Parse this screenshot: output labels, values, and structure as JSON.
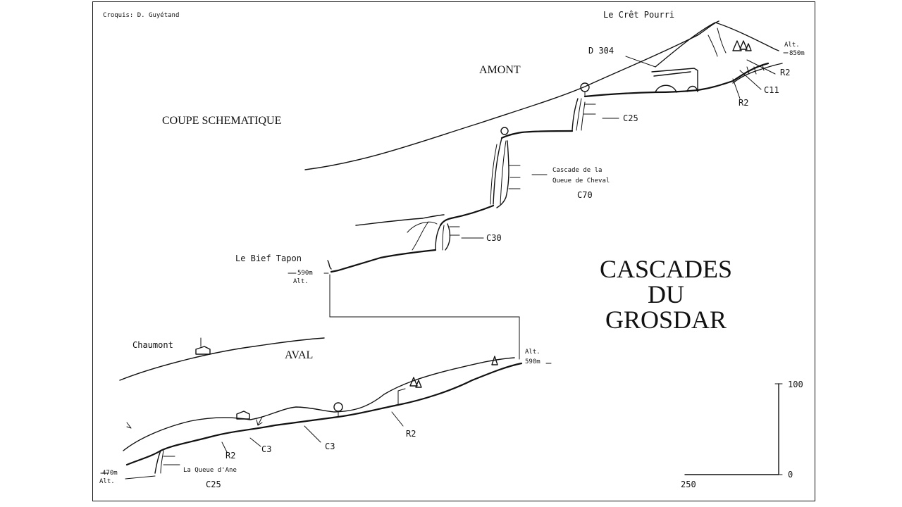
{
  "credit": "Croquis: D. Guyétand",
  "section_label": "COUPE SCHEMATIQUE",
  "upstream_label": "AMONT",
  "downstream_label": "AVAL",
  "title_lines": [
    "CASCADES",
    "DU",
    "GROSDAR"
  ],
  "places": {
    "summit": "Le Crêt Pourri",
    "road": "D 304",
    "bief": "Le Bief Tapon",
    "village": "Chaumont",
    "queue_ane": "La Queue d'Ane"
  },
  "cascade_queue_cheval": [
    "Cascade de la",
    "Queue de Cheval"
  ],
  "features": {
    "c25_top": "C25",
    "c70": "C70",
    "c30": "C30",
    "c11": "C11",
    "r2_a": "R2",
    "r2_b": "R2",
    "r2_low": "R2",
    "r2_lower": "R2",
    "c3_a": "C3",
    "c3_b": "C3",
    "c25_bottom": "C25"
  },
  "altitudes": {
    "alt_word": "Alt.",
    "top": "850m",
    "bief": "590m",
    "aval_top": "590m",
    "bottom": "470m"
  },
  "scale": {
    "horizontal": "250",
    "vertical_max": "100",
    "vertical_min": "0"
  }
}
